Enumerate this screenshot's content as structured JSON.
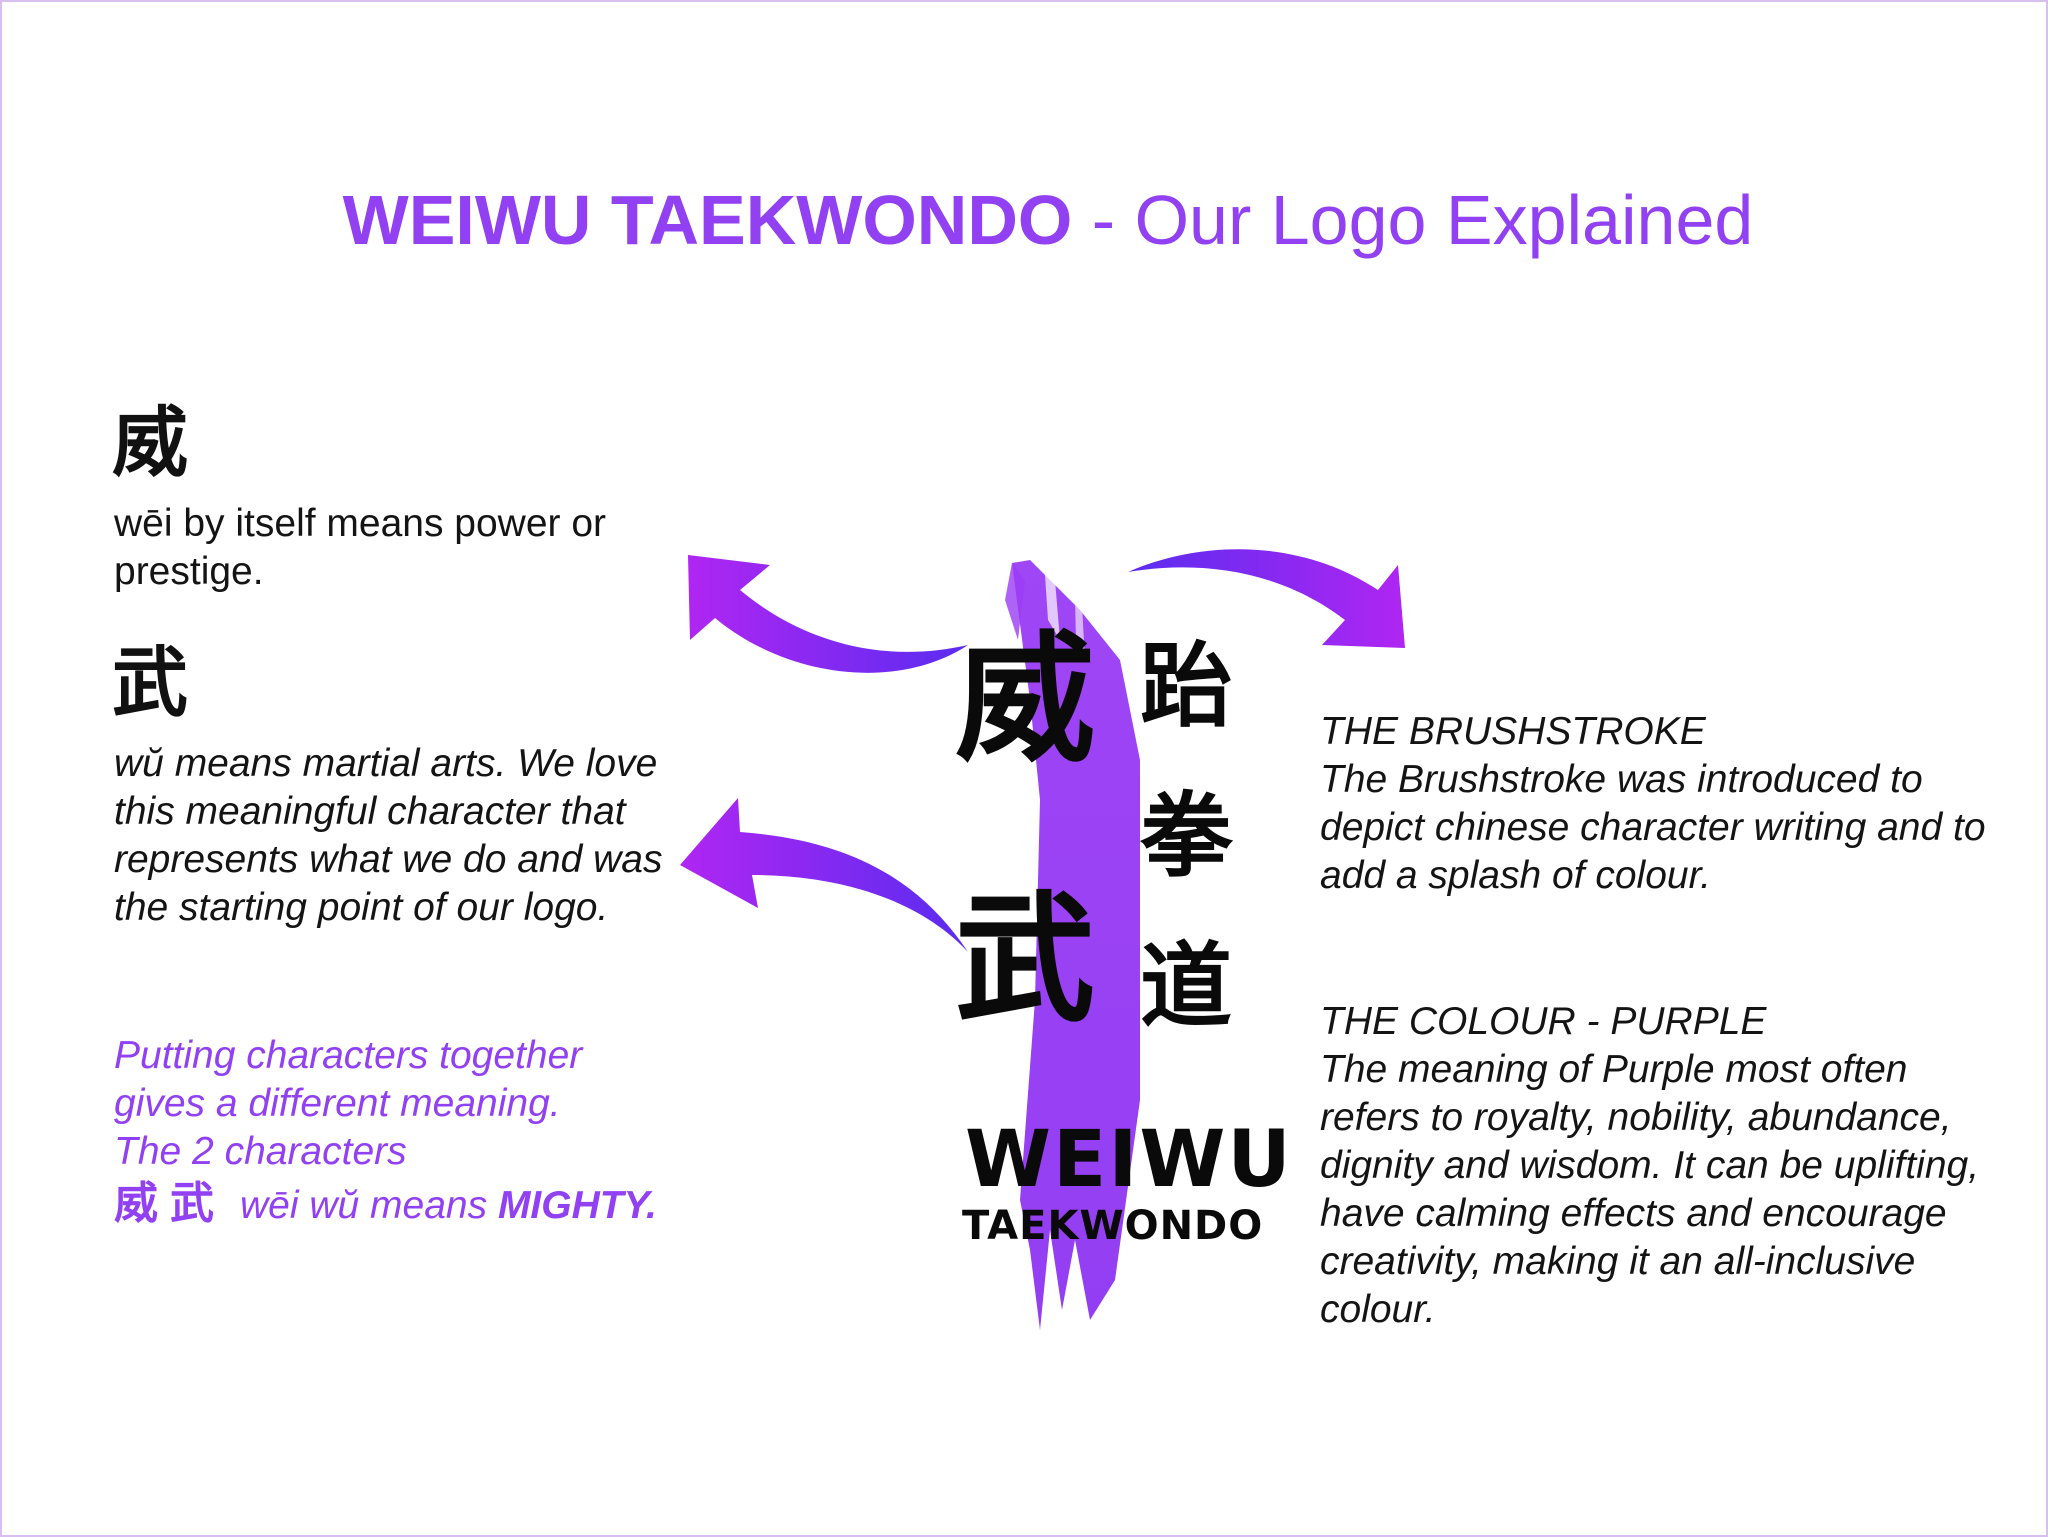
{
  "title": {
    "brand": "WEIWU TAEKWONDO",
    "separator": " - ",
    "subtitle": "Our Logo Explained"
  },
  "colors": {
    "accent": "#9140f2",
    "brushstroke": "#9a3cf5",
    "arrow_start": "#b026f2",
    "arrow_end": "#5a2cf0",
    "border": "#d7bff0",
    "text": "#141414"
  },
  "left": {
    "wei": {
      "character": "威",
      "text": "wēi by itself means power or prestige."
    },
    "wu": {
      "character": "武",
      "text": "wŭ means martial arts. We love this meaningful character that represents what we do and was the starting point of our logo."
    },
    "combined": {
      "line1": "Putting characters together",
      "line2": "gives a different meaning.",
      "line3": "The 2 characters",
      "characters": "威武",
      "pinyin_prefix": "wēi wŭ means ",
      "emphasis": "MIGHTY."
    }
  },
  "logo": {
    "main_characters": [
      "威",
      "武"
    ],
    "side_characters": [
      "跆",
      "拳",
      "道"
    ],
    "wordmark": "WEIWU",
    "wordmark_sub": "TAEKWONDO"
  },
  "right": {
    "brushstroke": {
      "heading": "THE BRUSHSTROKE",
      "text": "The Brushstroke was introduced to depict chinese character writing and to add a splash of colour."
    },
    "colour": {
      "heading": "THE COLOUR - PURPLE",
      "text": "The meaning of Purple most often refers to royalty, nobility, abundance, dignity and wisdom. It can be uplifting, have calming effects and encourage creativity, making it an all-inclusive colour."
    }
  }
}
